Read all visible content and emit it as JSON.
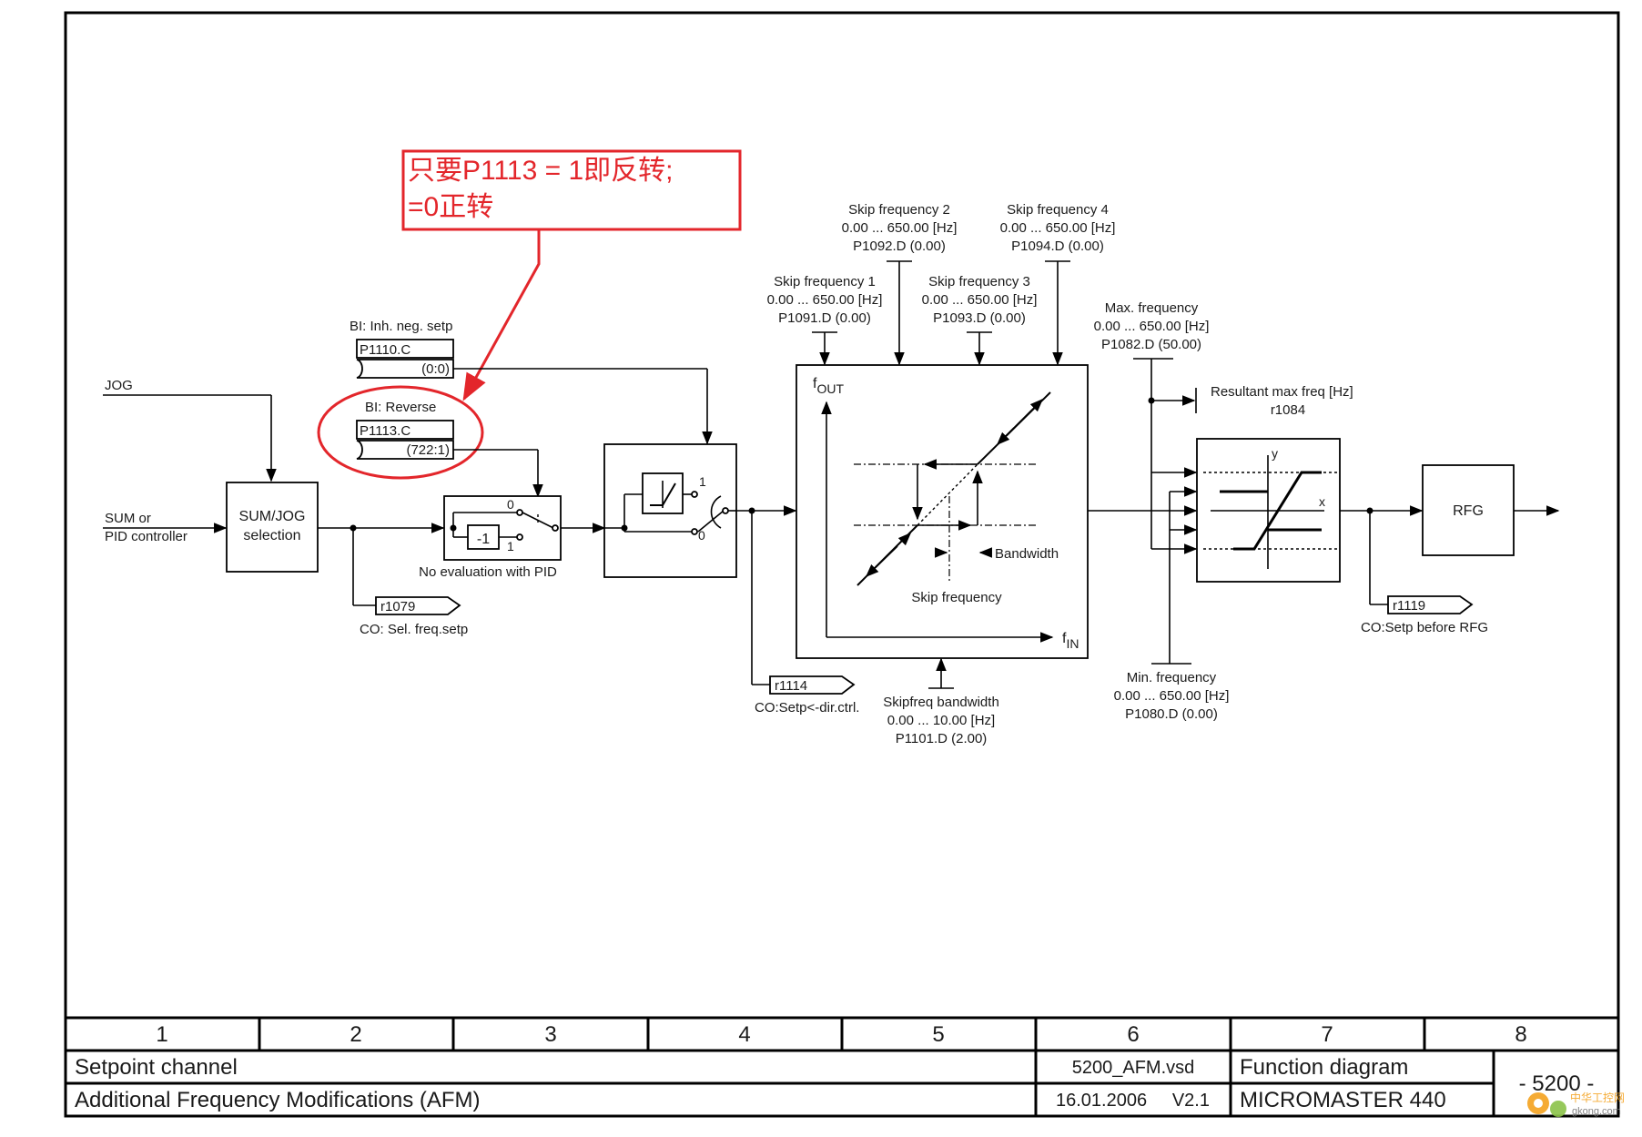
{
  "annotation": {
    "line1": "只要P1113 = 1即反转;",
    "line2": "=0正转"
  },
  "inputs": {
    "jog": "JOG",
    "sum_line1": "SUM or",
    "sum_line2": "PID controller"
  },
  "sumjog_box": {
    "line1": "SUM/JOG",
    "line2": "selection"
  },
  "inh_neg": {
    "title": "BI: Inh. neg. setp",
    "param": "P1110.C",
    "value": "(0:0)"
  },
  "reverse": {
    "title": "BI: Reverse",
    "param": "P1113.C",
    "value": "(722:1)"
  },
  "invert": {
    "block": "-1",
    "pos0": "0",
    "pos1": "1",
    "note": "No evaluation with PID"
  },
  "limit_switch": {
    "pos1": "1",
    "pos0": "0"
  },
  "co_r1079": {
    "param": "r1079",
    "label": "CO: Sel. freq.setp"
  },
  "co_r1114": {
    "param": "r1114",
    "label": "CO:Setp<-dir.ctrl."
  },
  "co_r1119": {
    "param": "r1119",
    "label": "CO:Setp before RFG"
  },
  "skip1": {
    "title": "Skip frequency 1",
    "range": "0.00 ... 650.00  [Hz]",
    "param": "P1091.D (0.00)"
  },
  "skip2": {
    "title": "Skip frequency 2",
    "range": "0.00 ... 650.00  [Hz]",
    "param": "P1092.D (0.00)"
  },
  "skip3": {
    "title": "Skip frequency 3",
    "range": "0.00 ... 650.00  [Hz]",
    "param": "P1093.D (0.00)"
  },
  "skip4": {
    "title": "Skip frequency 4",
    "range": "0.00 ... 650.00  [Hz]",
    "param": "P1094.D (0.00)"
  },
  "skip_graph": {
    "fout": "f",
    "fout_sub": "OUT",
    "fin": "f",
    "fin_sub": "IN",
    "bandwidth": "Bandwidth",
    "skipfreq": "Skip frequency"
  },
  "skip_bw": {
    "title": "Skipfreq bandwidth",
    "range": "0.00 ... 10.00  [Hz]",
    "param": "P1101.D (2.00)"
  },
  "max_freq": {
    "title": "Max. frequency",
    "range": "0.00 ... 650.00  [Hz]",
    "param": "P1082.D (50.00)"
  },
  "resultant": {
    "title": "Resultant max freq [Hz]",
    "param": "r1084"
  },
  "min_freq": {
    "title": "Min. frequency",
    "range": "0.00 ... 650.00  [Hz]",
    "param": "P1080.D (0.00)"
  },
  "limiter": {
    "y": "y",
    "x": "x"
  },
  "rfg": "RFG",
  "footer": {
    "columns": [
      "1",
      "2",
      "3",
      "4",
      "5",
      "6",
      "7",
      "8"
    ],
    "title1": "Setpoint channel",
    "title2": "Additional Frequency Modifications (AFM)",
    "file": "5200_AFM.vsd",
    "date": "16.01.2006",
    "version": "V2.1",
    "doc_type": "Function diagram",
    "product": "MICROMASTER 440",
    "page": "- 5200 -"
  },
  "watermark": {
    "cn": "中华工控网",
    "url": "gkong.com"
  }
}
